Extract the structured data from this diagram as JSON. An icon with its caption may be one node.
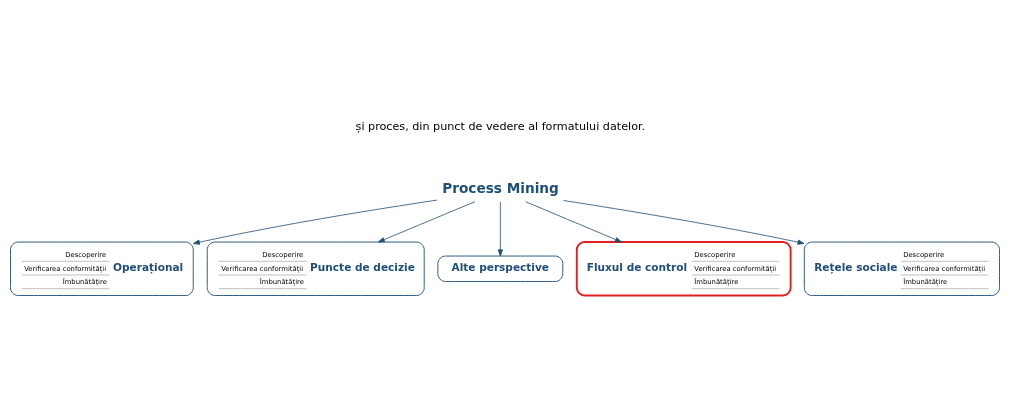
{
  "diagram": {
    "nodes": [
      {
        "text": [
          "Process Mining"
        ]
      },
      {
        "text": [
          "Puncte de decizie",
          "Descoperire",
          "Verificarea conformității",
          "Îmbunătățire"
        ]
      },
      {
        "text": [
          "Alte perspective"
        ]
      },
      {
        "text": [
          "Fluxul de control",
          "Descoperire",
          "Verificarea conformității",
          "Îmbunătățire"
        ]
      },
      {
        "text": [
          "Operațional",
          "Descoperire",
          "Verificarea conformității",
          "Îmbunătățire"
        ]
      },
      {
        "text": [
          "Rețele sociale",
          "Descoperire",
          "Verificarea conformității",
          "Îmbunătățire"
        ]
      }
    ],
    "edges": [
      {
        "from": 0,
        "to": 1,
        "arrow": "to"
      },
      {
        "from": 0,
        "to": 2,
        "arrow": "to"
      },
      {
        "from": 0,
        "to": 3,
        "arrow": "to"
      },
      {
        "from": 0,
        "to": 4,
        "arrow": "to"
      },
      {
        "from": 0,
        "to": 5,
        "arrow": "to"
      }
    ],
    "labels": [
      "și proces, din punct de vedere al formatului datelor."
    ]
  }
}
